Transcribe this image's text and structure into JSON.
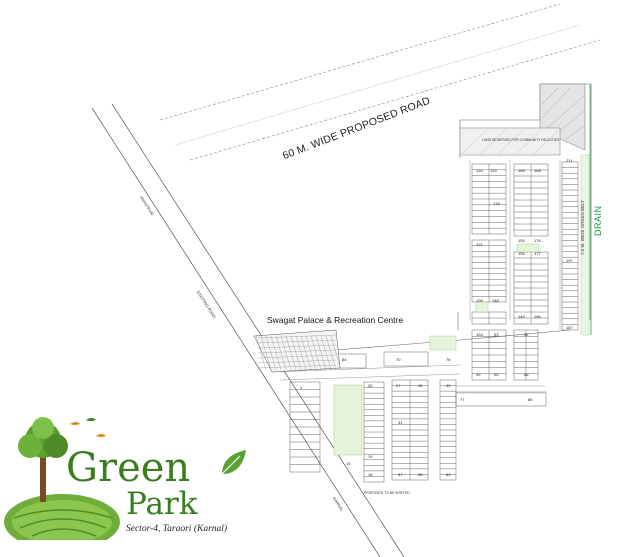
{
  "roads": {
    "main_title": "60 M. WIDE PROPOSED ROAD",
    "existing_road": "EXISTING ROAD",
    "diag_upper": "ANANTPUR",
    "diag_lower": "KARNAL"
  },
  "landmarks": {
    "palace": "Swagat Palace & Recreation Centre",
    "drain": "DRAIN",
    "green_belt": "7.5 M. WIDE GREEN BELT"
  },
  "notes": {
    "proposed_shift": "PROPOSED TO BE SHIFTED",
    "community": "LAND RESERVED FOR COMMUNITY FACILITIES"
  },
  "plot_numbers": [
    {
      "label": "124"
    },
    {
      "label": "125"
    },
    {
      "label": "165"
    },
    {
      "label": "168"
    },
    {
      "label": "211"
    },
    {
      "label": "134"
    },
    {
      "label": "113"
    },
    {
      "label": "155"
    },
    {
      "label": "176"
    },
    {
      "label": "154"
    },
    {
      "label": "177"
    },
    {
      "label": "197"
    },
    {
      "label": "105"
    },
    {
      "label": "148"
    },
    {
      "label": "145"
    },
    {
      "label": "186"
    },
    {
      "label": "187"
    },
    {
      "label": "104"
    },
    {
      "label": "93"
    },
    {
      "label": "92"
    },
    {
      "label": "84"
    },
    {
      "label": "70"
    },
    {
      "label": "76"
    },
    {
      "label": "99"
    },
    {
      "label": "98"
    },
    {
      "label": "86"
    },
    {
      "label": "26"
    },
    {
      "label": "27"
    },
    {
      "label": "48"
    },
    {
      "label": "49"
    },
    {
      "label": "77"
    },
    {
      "label": "85"
    },
    {
      "label": "31"
    },
    {
      "label": "19"
    },
    {
      "label": "16"
    },
    {
      "label": "37"
    },
    {
      "label": "38"
    },
    {
      "label": "63"
    },
    {
      "label": "15"
    },
    {
      "label": "1"
    }
  ],
  "logo": {
    "word1": "Green",
    "word2": "Park",
    "subtitle": "Sector-4, Taraori (Karnal)"
  },
  "colors": {
    "brand_green": "#3a7d1f",
    "drain_green": "#139a3c",
    "line": "#444444"
  }
}
